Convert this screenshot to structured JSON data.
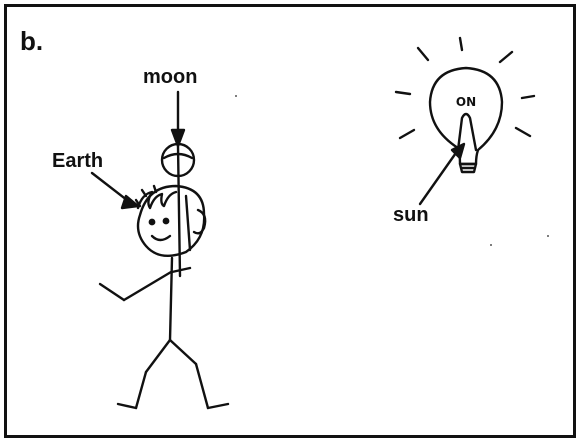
{
  "panel": {
    "label": "b."
  },
  "labels": {
    "moon": "moon",
    "earth": "Earth",
    "sun": "sun",
    "bulb_text": "ON"
  },
  "colors": {
    "ink": "#111111",
    "background": "#ffffff"
  }
}
